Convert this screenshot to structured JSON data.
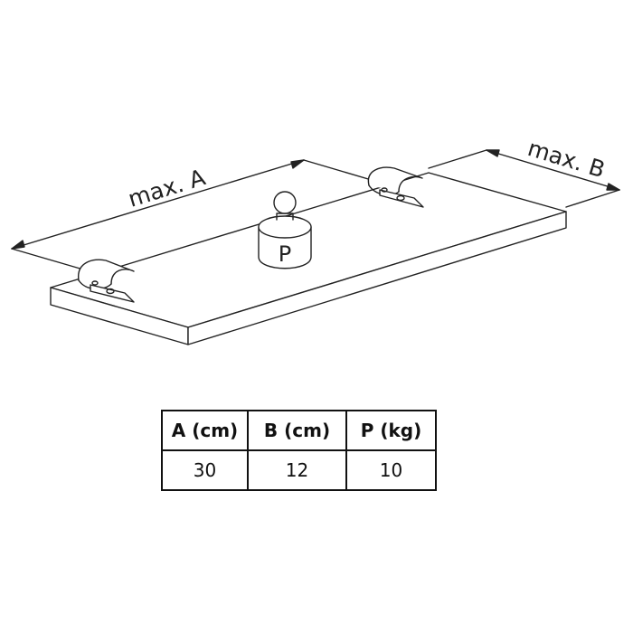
{
  "diagram": {
    "dimension_a_label": "max. A",
    "dimension_b_label": "max. B",
    "weight_label": "P"
  },
  "table": {
    "headers": [
      "A (cm)",
      "B (cm)",
      "P (kg)"
    ],
    "rows": [
      [
        "30",
        "12",
        "10"
      ]
    ]
  }
}
